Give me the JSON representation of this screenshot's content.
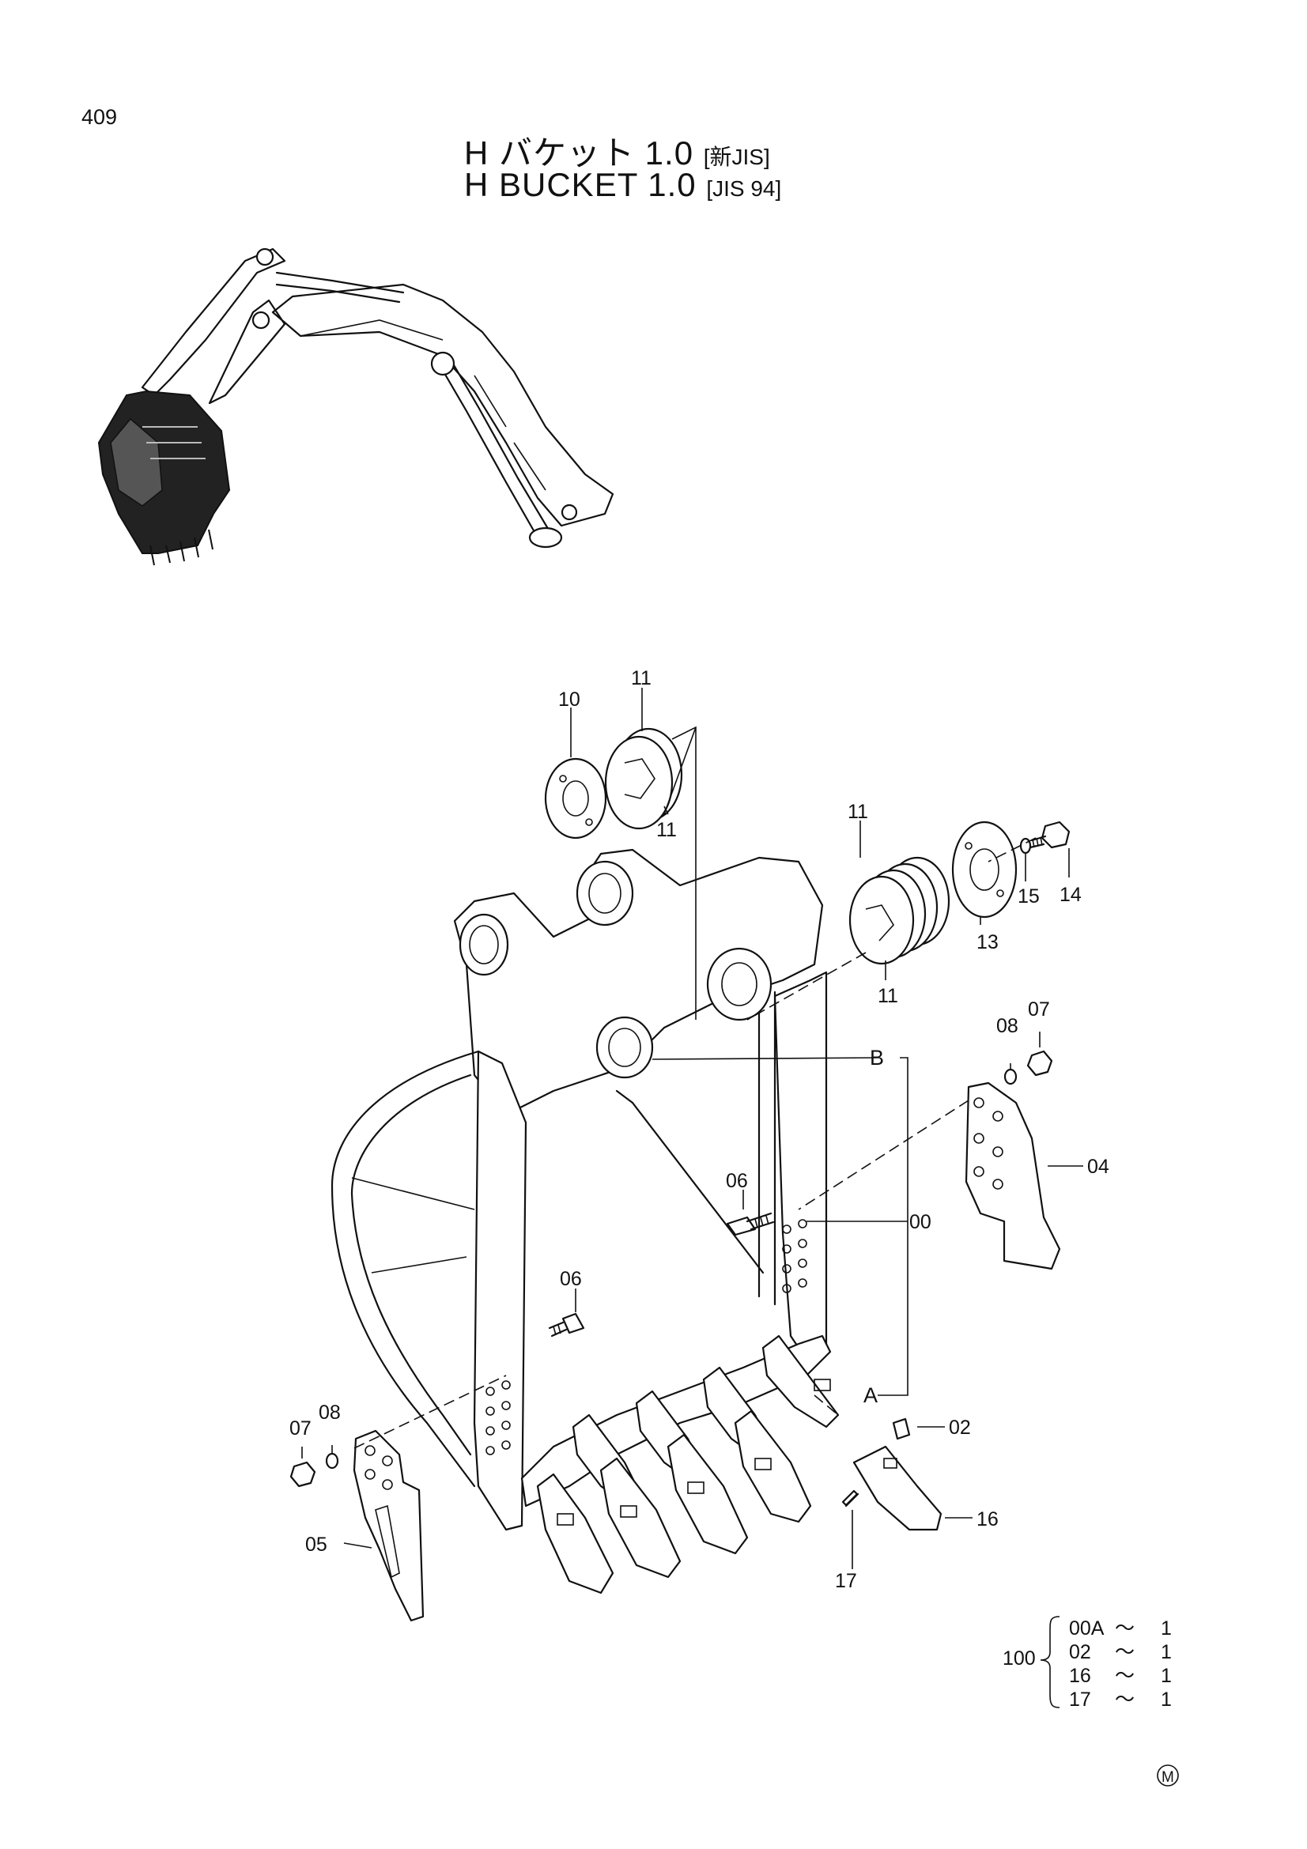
{
  "page": {
    "number": "409"
  },
  "title": {
    "jp_main": "H バケット 1.0",
    "jp_tag": "[新JIS]",
    "en_main": "H BUCKET 1.0",
    "en_tag": "[JIS 94]"
  },
  "callouts": [
    {
      "id": "c10",
      "text": "10"
    },
    {
      "id": "c11a",
      "text": "11"
    },
    {
      "id": "c11b",
      "text": "11"
    },
    {
      "id": "c11c",
      "text": "11"
    },
    {
      "id": "c11d",
      "text": "11"
    },
    {
      "id": "c13",
      "text": "13"
    },
    {
      "id": "c14",
      "text": "14"
    },
    {
      "id": "c15",
      "text": "15"
    },
    {
      "id": "c08a",
      "text": "08"
    },
    {
      "id": "c07a",
      "text": "07"
    },
    {
      "id": "cB",
      "text": "B"
    },
    {
      "id": "c04",
      "text": "04"
    },
    {
      "id": "c06a",
      "text": "06"
    },
    {
      "id": "c00",
      "text": "00"
    },
    {
      "id": "c06b",
      "text": "06"
    },
    {
      "id": "cA",
      "text": "A"
    },
    {
      "id": "c02",
      "text": "02"
    },
    {
      "id": "c07b",
      "text": "07"
    },
    {
      "id": "c08b",
      "text": "08"
    },
    {
      "id": "c16",
      "text": "16"
    },
    {
      "id": "c05",
      "text": "05"
    },
    {
      "id": "c17",
      "text": "17"
    }
  ],
  "kit": {
    "number": "100",
    "items": [
      {
        "part": "00A",
        "sep": "〜",
        "qty": "1"
      },
      {
        "part": "02",
        "sep": "〜",
        "qty": "1"
      },
      {
        "part": "16",
        "sep": "〜",
        "qty": "1"
      },
      {
        "part": "17",
        "sep": "〜",
        "qty": "1"
      }
    ]
  },
  "mark": "M"
}
